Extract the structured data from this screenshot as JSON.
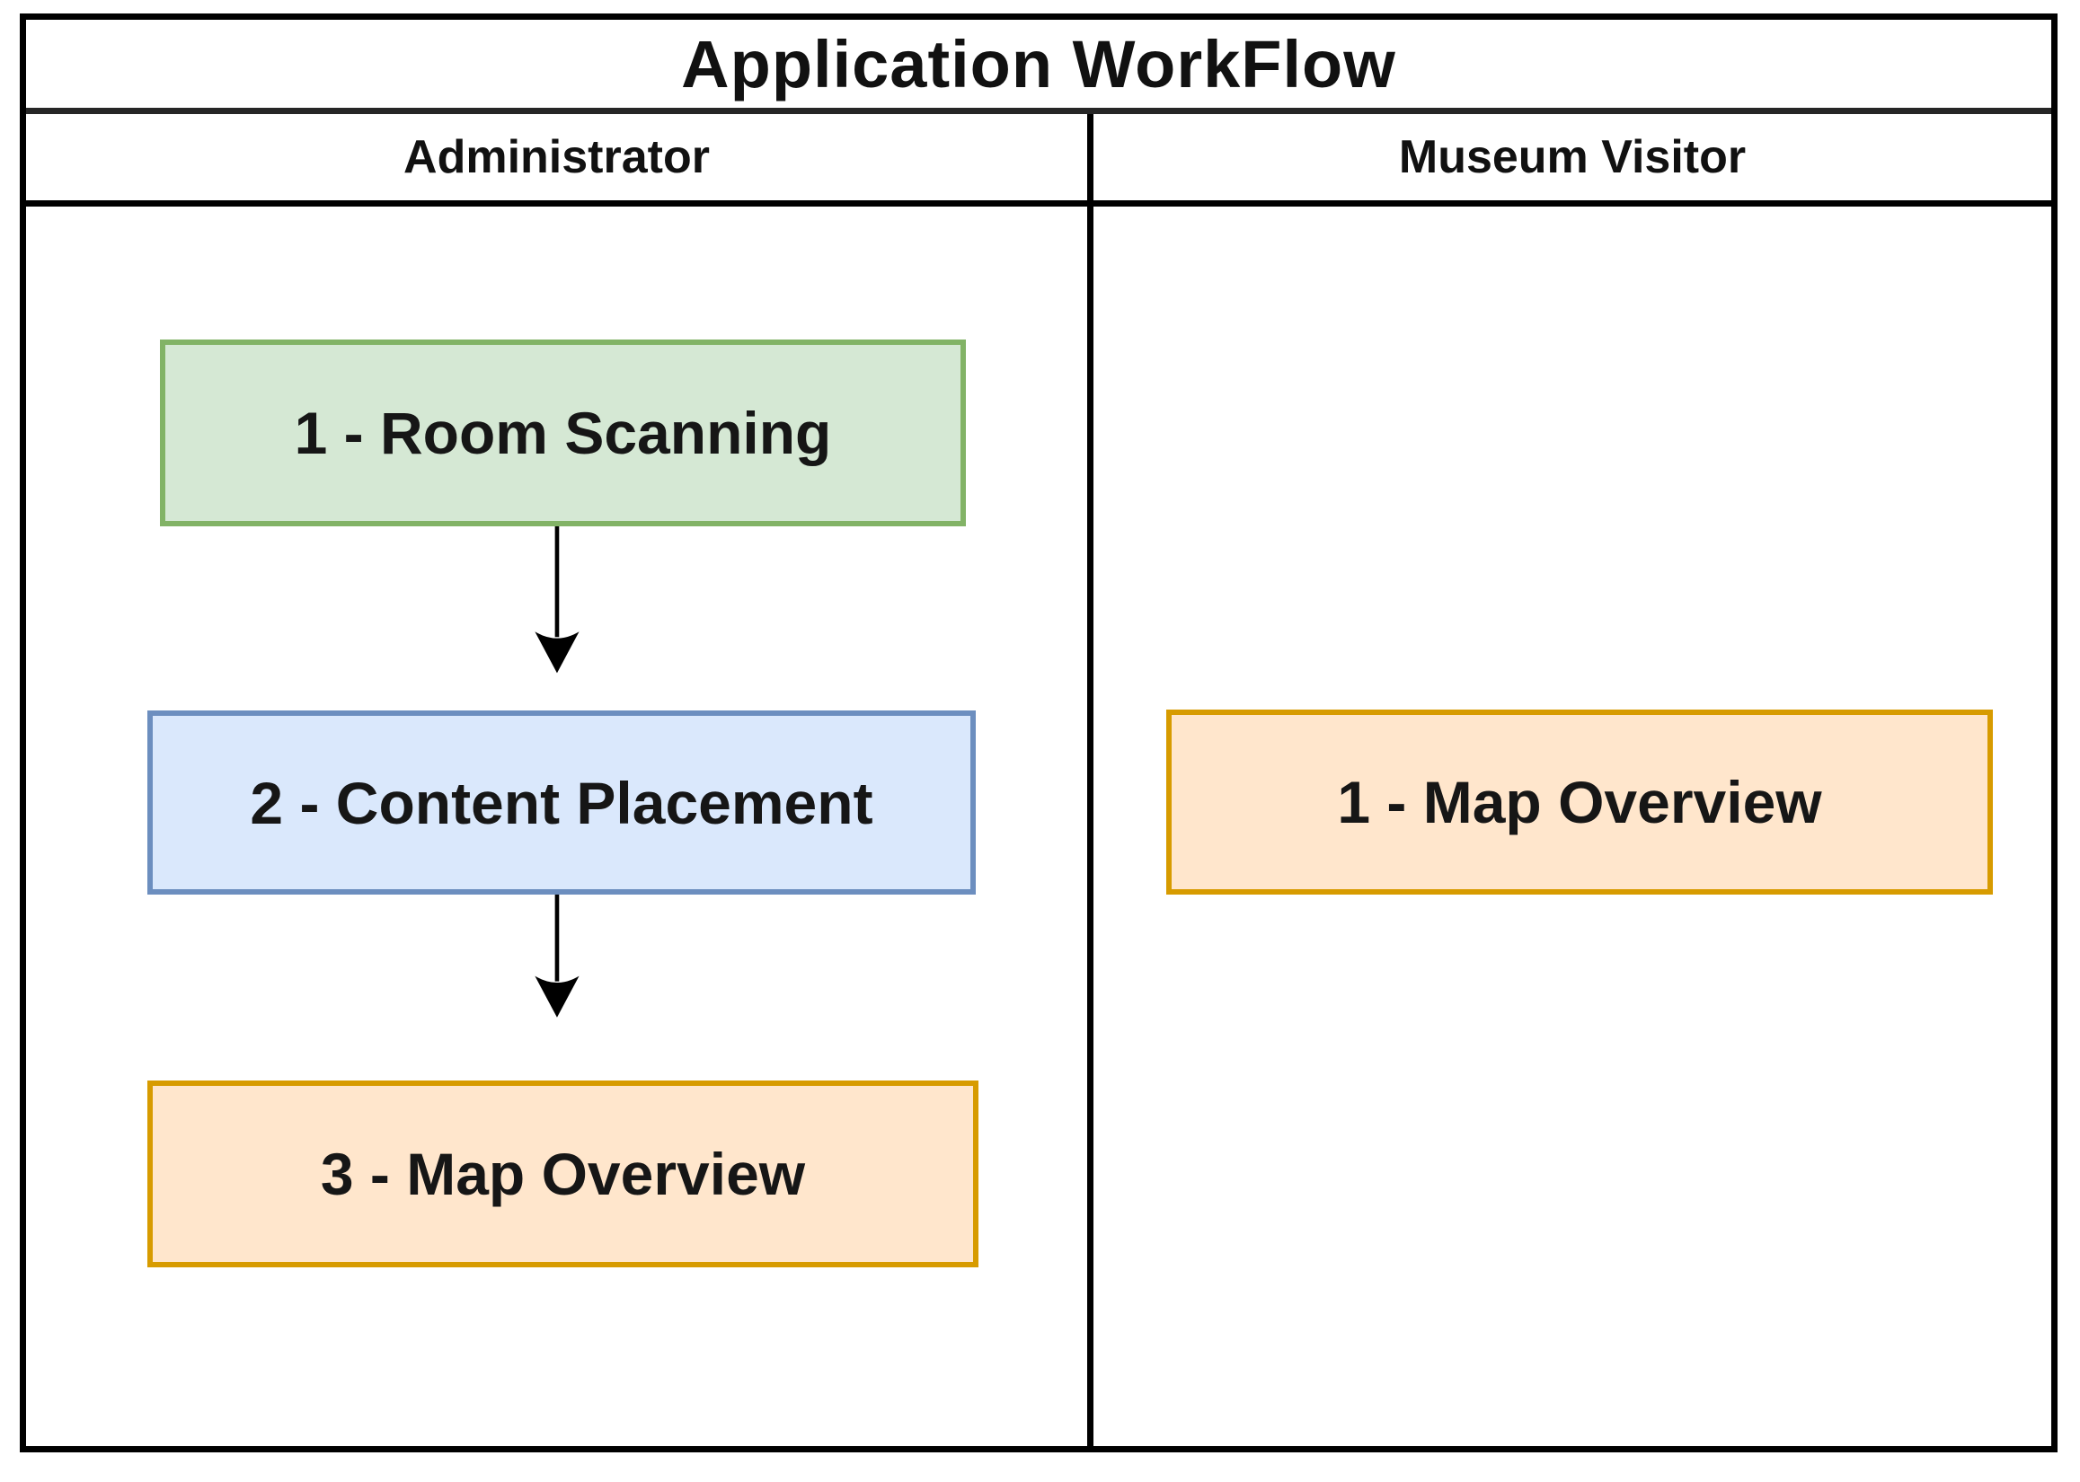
{
  "diagram": {
    "title": "Application WorkFlow",
    "colors": {
      "frame": "#000000",
      "arrow": "#000000",
      "text": "#161616"
    },
    "lanes": [
      {
        "header": "Administrator",
        "nodes": [
          {
            "label": "1 - Room Scanning",
            "fill": "#d5e8d4",
            "border": "#82b366"
          },
          {
            "label": "2 - Content Placement",
            "fill": "#dae8fc",
            "border": "#6c8ebf"
          },
          {
            "label": "3 - Map Overview",
            "fill": "#ffe6cc",
            "border": "#d79b00"
          }
        ],
        "edges": [
          {
            "from": "1 - Room Scanning",
            "to": "2 - Content Placement"
          },
          {
            "from": "2 - Content Placement",
            "to": "3 - Map Overview"
          }
        ]
      },
      {
        "header": "Museum Visitor",
        "nodes": [
          {
            "label": "1 - Map Overview",
            "fill": "#ffe6cc",
            "border": "#d79b00"
          }
        ],
        "edges": []
      }
    ]
  }
}
